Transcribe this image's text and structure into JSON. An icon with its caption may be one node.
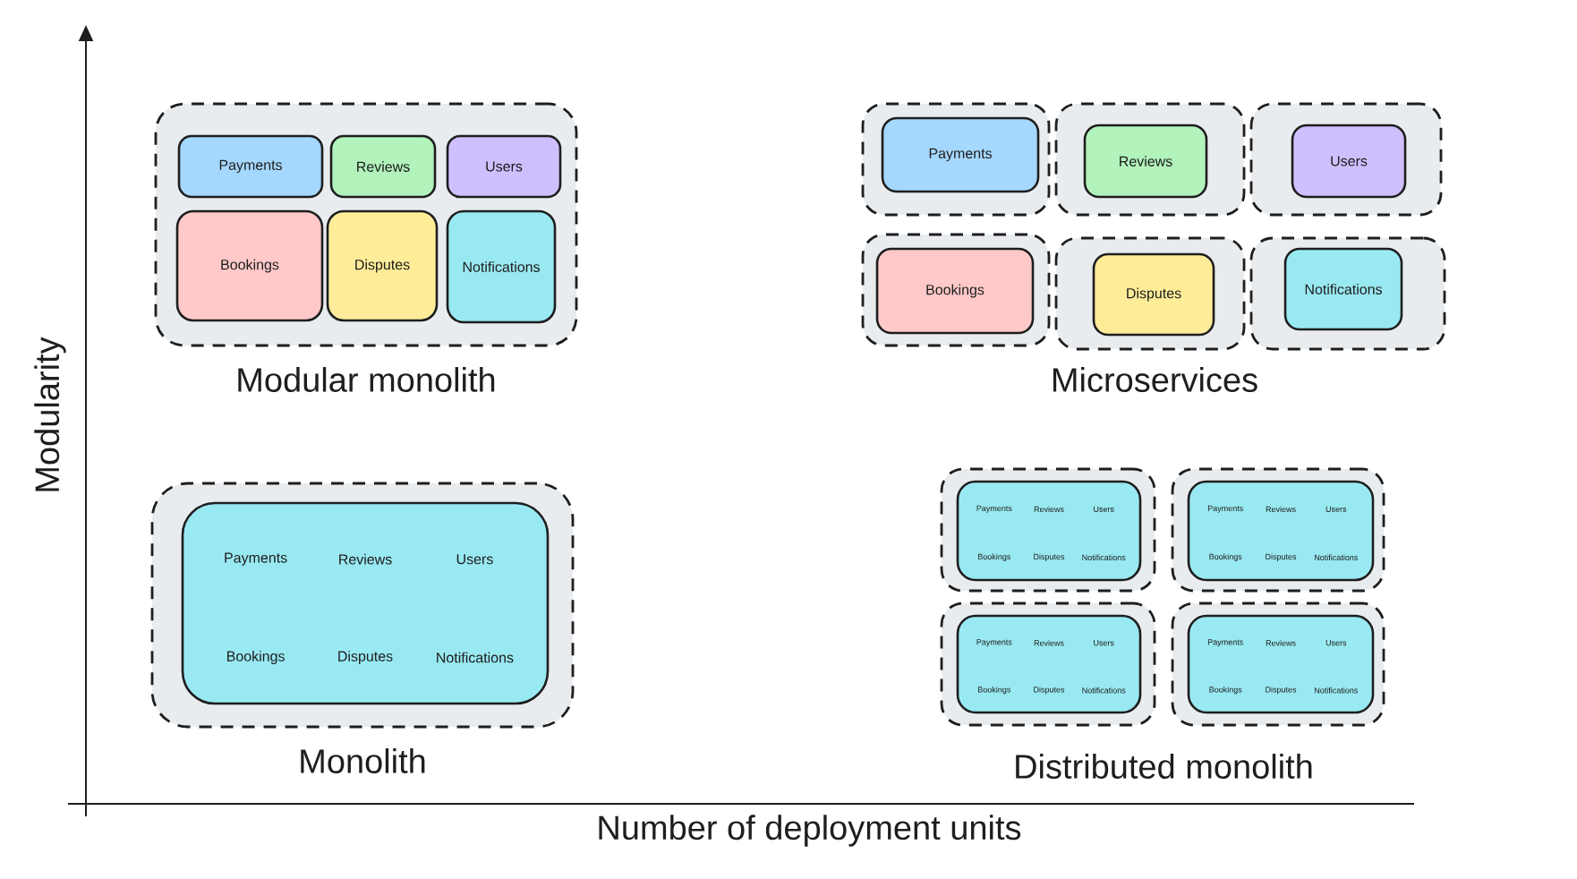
{
  "diagram": {
    "nodes": [
      {
        "text": [
          "Modular monolith"
        ]
      },
      {
        "text": [
          "Payments"
        ],
        "in": 0
      },
      {
        "text": [
          "Reviews"
        ],
        "in": 0
      },
      {
        "text": [
          "Users"
        ],
        "in": 0
      },
      {
        "text": [
          "Bookings"
        ],
        "in": 0
      },
      {
        "text": [
          "Disputes"
        ],
        "in": 0
      },
      {
        "text": [
          "Notifications"
        ],
        "in": 0
      },
      {
        "text": [],
        "shape": "box"
      },
      {
        "text": [
          "Payments"
        ],
        "in": 7
      },
      {
        "text": [],
        "shape": "box"
      },
      {
        "text": [
          "Reviews"
        ],
        "in": 9
      },
      {
        "text": [],
        "shape": "box"
      },
      {
        "text": [
          "Users"
        ],
        "in": 11
      },
      {
        "text": [],
        "shape": "box"
      },
      {
        "text": [
          "Bookings"
        ],
        "in": 13
      },
      {
        "text": [],
        "shape": "box"
      },
      {
        "text": [
          "Disputes"
        ],
        "in": 15
      },
      {
        "text": [],
        "shape": "box"
      },
      {
        "text": [
          "Notifications"
        ],
        "in": 17
      },
      {
        "text": [
          "Monolith"
        ]
      },
      {
        "text": [
          "Payments",
          "Reviews",
          "Users",
          "Bookings",
          "Disputes",
          "Notifications"
        ],
        "in": 19
      },
      {
        "text": [],
        "shape": "box"
      },
      {
        "text": [
          "Payments",
          "Reviews",
          "Users",
          "Bookings",
          "Disputes",
          "Notifications"
        ],
        "in": 21
      },
      {
        "text": [],
        "shape": "box"
      },
      {
        "text": [
          "Payments",
          "Reviews",
          "Users",
          "Bookings",
          "Disputes",
          "Notifications"
        ],
        "in": 23
      },
      {
        "text": [],
        "shape": "box"
      },
      {
        "text": [
          "Payments",
          "Reviews",
          "Users",
          "Bookings",
          "Disputes",
          "Notifications"
        ],
        "in": 25
      },
      {
        "text": [],
        "shape": "box"
      },
      {
        "text": [
          "Payments",
          "Reviews",
          "Users",
          "Bookings",
          "Disputes",
          "Notifications"
        ],
        "in": 27
      }
    ],
    "labels": [
      "Microservices",
      "Modularity",
      "Distributed monolith",
      "Number of deployment units"
    ]
  }
}
